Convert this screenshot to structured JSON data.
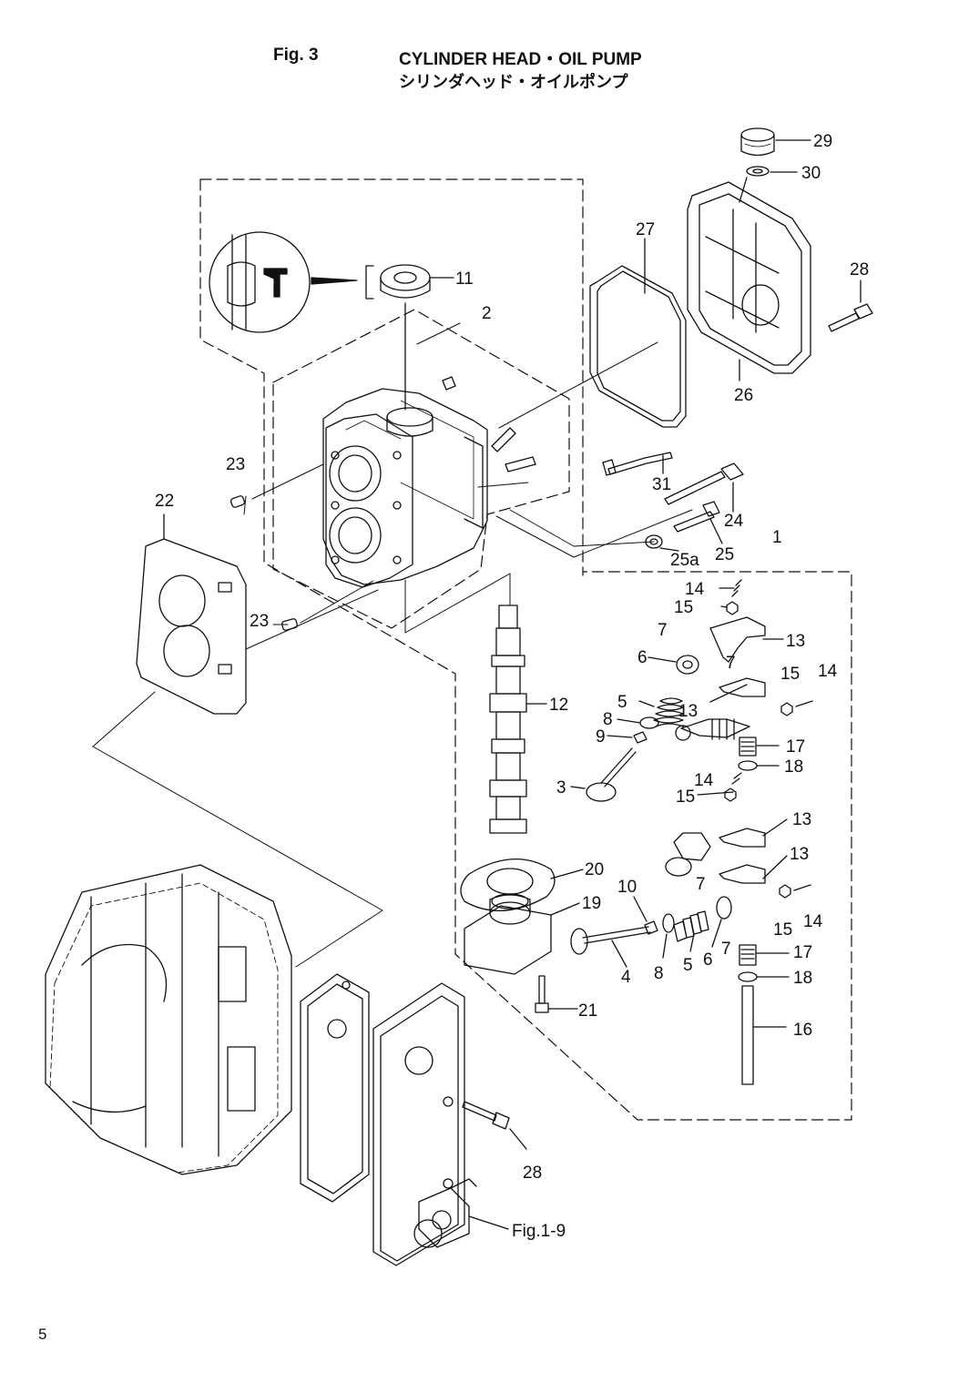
{
  "header": {
    "fig_no": "Fig. 3",
    "title_en": "CYLINDER HEAD・OIL PUMP",
    "title_jp": "シリンダヘッド・オイルポンプ"
  },
  "page_number": "5",
  "callouts": {
    "c29": "29",
    "c30": "30",
    "c27": "27",
    "c28a": "28",
    "c11": "11",
    "c2": "2",
    "c26": "26",
    "c23a": "23",
    "c22": "22",
    "c31": "31",
    "c24": "24",
    "c25": "25",
    "c25a": "25a",
    "c1": "1",
    "c14a": "14",
    "c15a": "15",
    "c7a": "7",
    "c13a": "13",
    "c6a": "6",
    "c7b": "7",
    "c15b": "15",
    "c14b": "14",
    "c23b": "23",
    "c5a": "5",
    "c13b": "13",
    "c12": "12",
    "c8a": "8",
    "c9": "9",
    "c17a": "17",
    "c18a": "18",
    "c14c": "14",
    "c3": "3",
    "c15c": "15",
    "c13c": "13",
    "c13d": "13",
    "c20": "20",
    "c10": "10",
    "c7c": "7",
    "c14d": "14",
    "c19": "19",
    "c15d": "15",
    "c7d": "7",
    "c4": "4",
    "c8b": "8",
    "c5b": "5",
    "c6b": "6",
    "c17b": "17",
    "c18b": "18",
    "c21": "21",
    "c16": "16",
    "c28b": "28",
    "fig19": "Fig.1-9"
  }
}
